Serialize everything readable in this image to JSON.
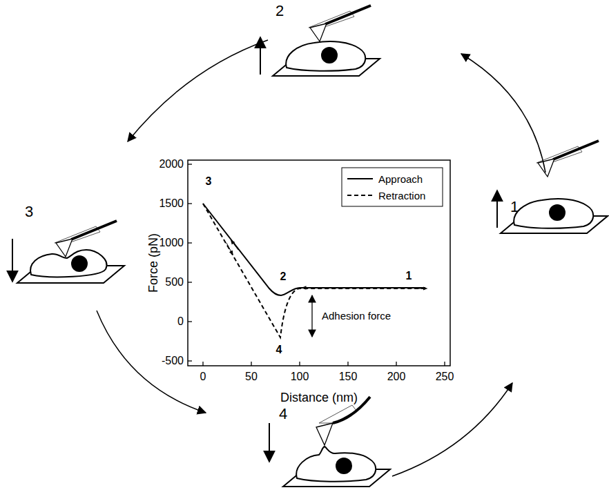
{
  "diagram": {
    "labels": [
      "1",
      "2",
      "3",
      "4",
      "3",
      "2",
      "1",
      "4",
      "2000",
      "1500",
      "1000",
      "500",
      "0",
      "-500",
      "0",
      "50",
      "100",
      "150",
      "200",
      "250",
      "Force (pN)",
      "Distance (nm)",
      "Adhesion force"
    ],
    "legend": [
      {
        "text": "Approach"
      },
      {
        "text": "Retraction"
      }
    ]
  }
}
